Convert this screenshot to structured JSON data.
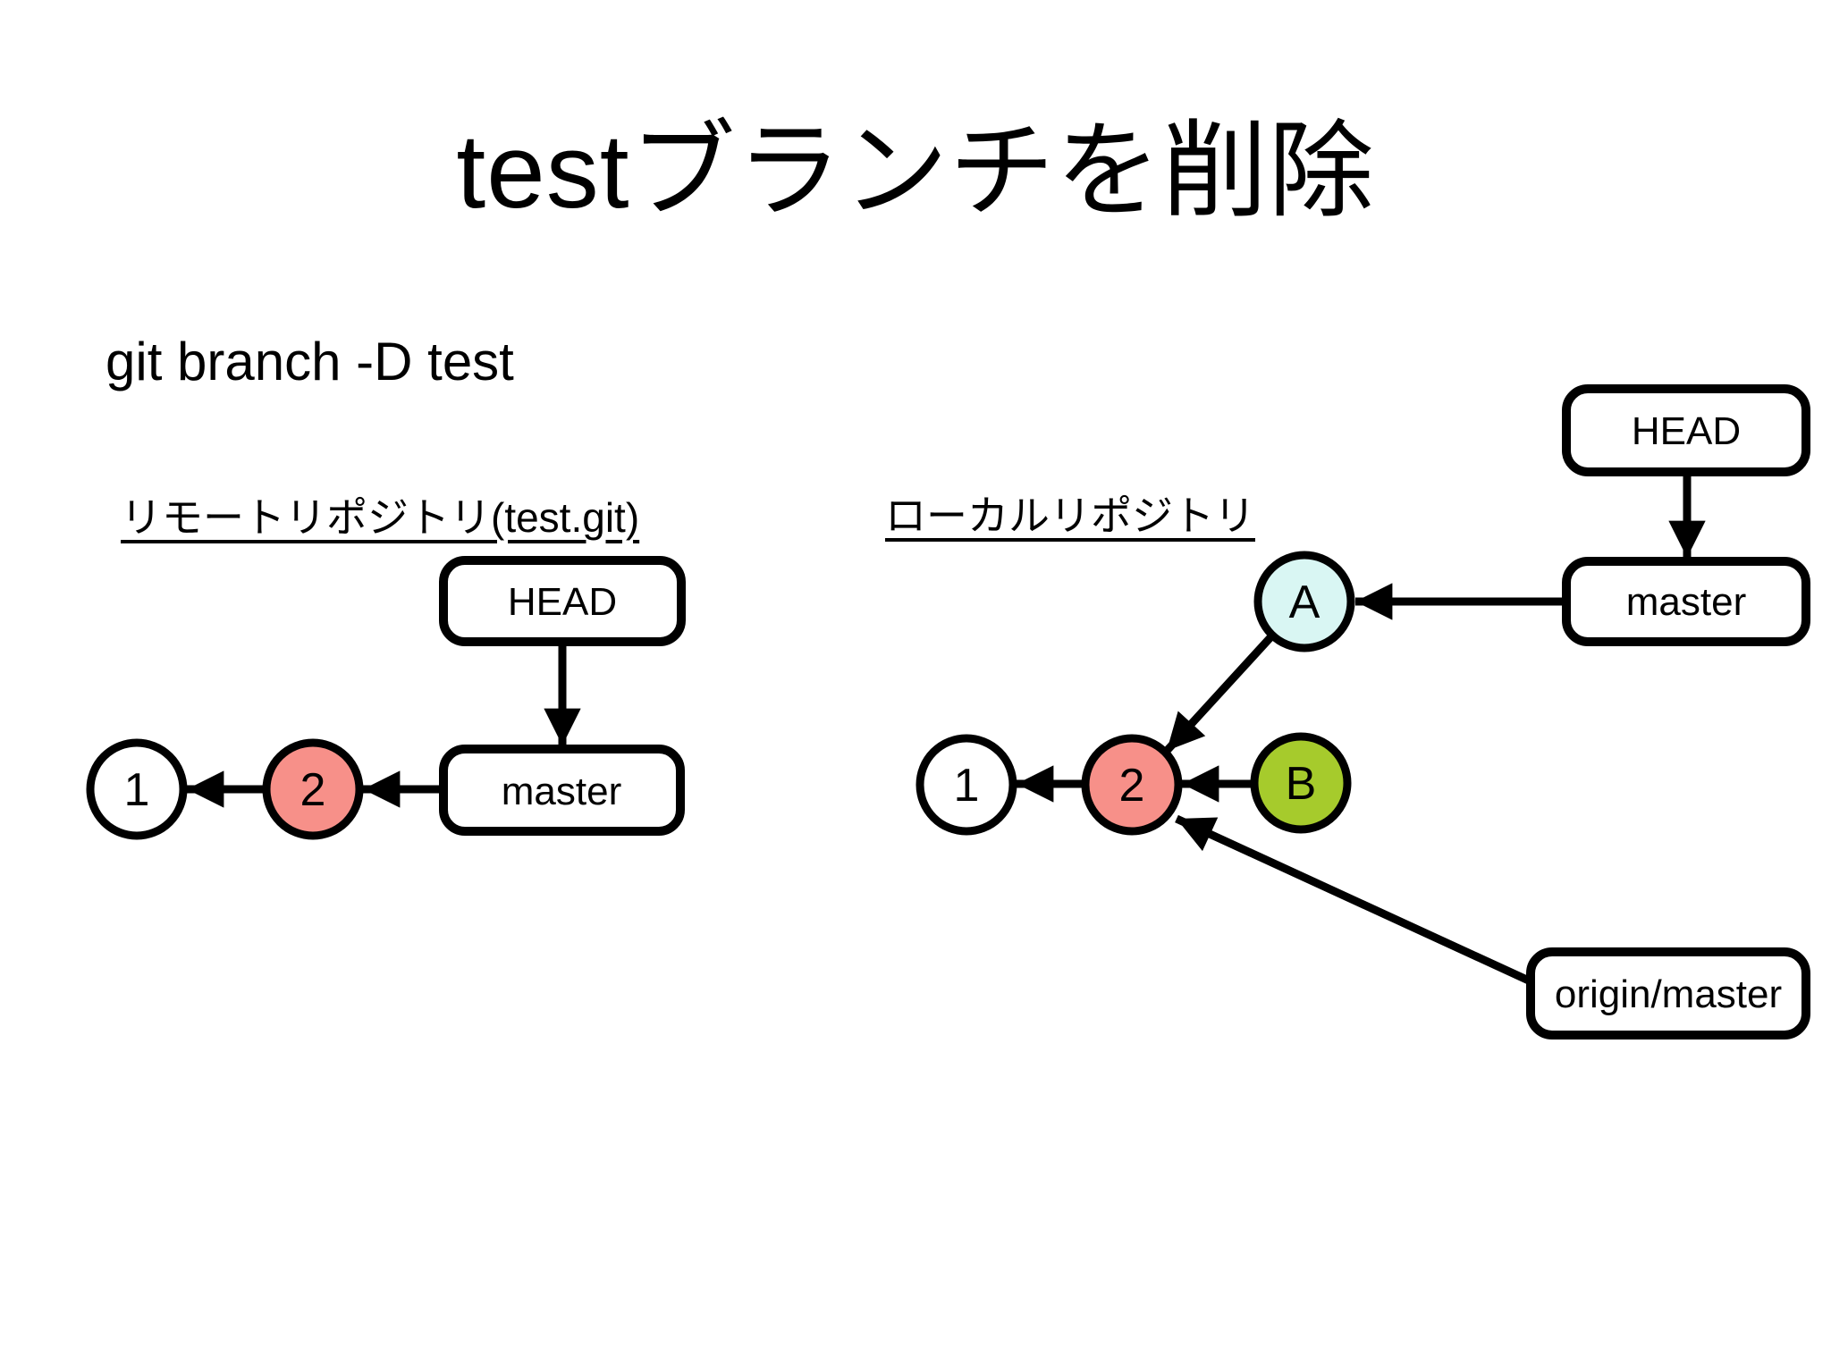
{
  "slide": {
    "title": "testブランチを削除",
    "command": "git branch -D test"
  },
  "remote": {
    "label": "リモートリポジトリ(test.git)",
    "head": "HEAD",
    "master": "master",
    "commit1": "1",
    "commit2": "2"
  },
  "local": {
    "label": "ローカルリポジトリ",
    "head": "HEAD",
    "master": "master",
    "origin_master": "origin/master",
    "commit1": "1",
    "commit2": "2",
    "commit_a": "A",
    "commit_b": "B"
  },
  "colors": {
    "highlight_commit": "#f79089",
    "commit_a_fill": "#d9f6f3",
    "commit_b_fill": "#a6cb2c",
    "node_fill": "#ffffff",
    "line": "#000000"
  }
}
